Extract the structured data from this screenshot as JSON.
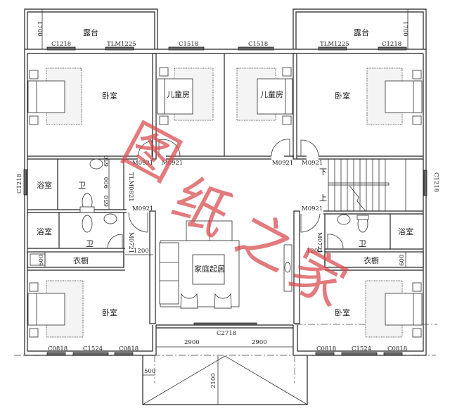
{
  "drawing": {
    "type": "residential second-floor plan",
    "watermark": [
      "图",
      "纸",
      "之",
      "家"
    ],
    "watermark_color": "#d9484c"
  },
  "rooms": {
    "terrace_left": "露台",
    "terrace_right": "露台",
    "bedroom_top_left": "卧室",
    "kids_room_left": "儿童房",
    "kids_room_right": "儿童房",
    "bedroom_top_right": "卧室",
    "bath_left_1": "浴室",
    "toilet_left_1": "卫",
    "bath_left_2": "浴室",
    "toilet_left_2": "卫",
    "wardrobe_left": "衣橱",
    "family_living": "家庭起居",
    "stair_down": "下",
    "stair_up": "上",
    "toilet_right": "卫",
    "bath_right": "浴室",
    "wardrobe_right": "衣橱",
    "bedroom_bottom_left": "卧室",
    "bedroom_bottom_right": "卧室"
  },
  "openings": {
    "w_terrace_left": "C1218",
    "d_terrace_left": "TLM1225",
    "w_kids_left": "C1518",
    "w_kids_right": "C1518",
    "d_terrace_right": "TLM1225",
    "w_terrace_right": "C1218",
    "w_side_left": "C1218",
    "w_side_right": "C1218",
    "d_bed_tl": "M0921",
    "d_kids_l": "M0921",
    "d_kids_r": "M0921",
    "d_bed_tr": "M0921",
    "d_bath_l": "TLM0821",
    "d_toilet_l": "M0921",
    "d_wardrobe_l": "M0721",
    "d_toilet_r": "M0921",
    "d_wardrobe_r": "M0721",
    "w_living": "C2718",
    "w_bl_1": "C0818",
    "w_bl_2": "C1524",
    "w_bl_3": "C0818",
    "w_br_1": "C0818",
    "w_br_2": "C1524",
    "w_br_3": "C0818"
  },
  "dimensions": {
    "terrace_depth_left": "1700",
    "terrace_depth_right": "1700",
    "toilet_seg_1": "650",
    "toilet_seg_2": "900",
    "toilet_seg_3": "650",
    "corridor_left": "1200",
    "corridor_right": "1200",
    "wardrobe_left": "600",
    "wardrobe_right": "600",
    "balcony_left": "2900",
    "balcony_right": "2900",
    "porch_offset": "500",
    "porch_depth": "2100"
  }
}
